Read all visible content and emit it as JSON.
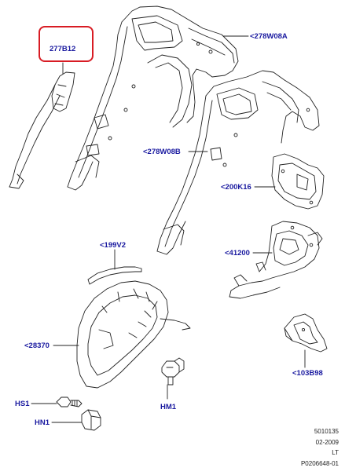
{
  "labels": {
    "l277B12": "277B12",
    "l278W08A": "<278W08A",
    "l278W08B": "<278W08B",
    "l200K16": "<200K16",
    "l199V2": "<199V2",
    "l41200": "<41200",
    "l28370": "<28370",
    "l103B98": "<103B98",
    "lHS1": "HS1",
    "lHN1": "HN1",
    "lHM1": "HM1"
  },
  "footer": {
    "code": "5010135",
    "date": "02-2009",
    "side": "LT",
    "ref": "P0206648-01"
  },
  "colors": {
    "highlight": "#d81c24",
    "label": "#1a1aa0",
    "line": "#222222"
  }
}
